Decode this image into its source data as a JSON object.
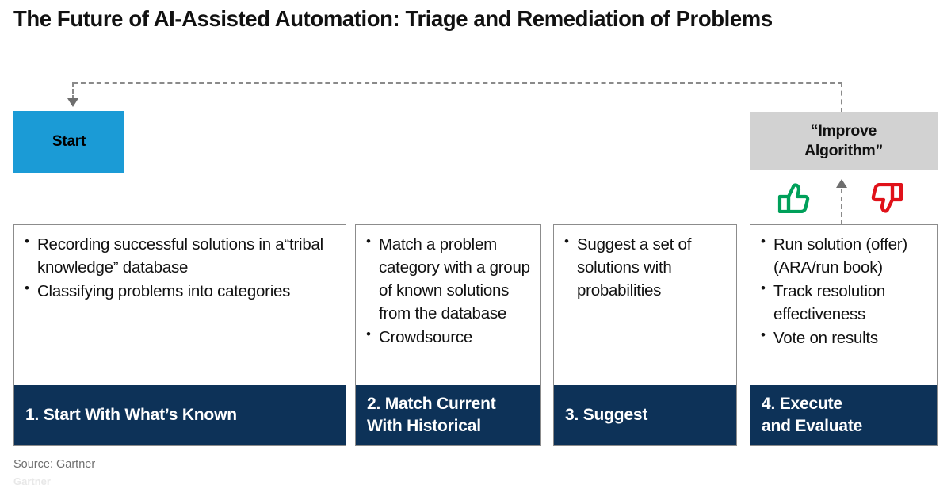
{
  "title": "The Future of AI-Assisted Automation: Triage and Remediation of Problems",
  "flow": {
    "start_label": "Start",
    "improve_label": "“Improve\nAlgorithm”",
    "feedback_arrow_down": "dashed-arrow-down",
    "feedback_arrow_up": "dashed-arrow-up",
    "thumbs_up": "thumbs-up",
    "thumbs_down": "thumbs-down"
  },
  "colors": {
    "start_box": "#1B9BD6",
    "improve_box": "#D2D2D2",
    "card_footer": "#0D3258",
    "card_border": "#8C8C8C",
    "dashed_line": "#8A8A8A",
    "thumbs_up": "#00A05A",
    "thumbs_down": "#E0121A",
    "source_text": "#6E6E6E"
  },
  "cards": [
    {
      "id": 1,
      "footer": "1.  Start With What’s Known",
      "bullets": [
        "Recording successful solutions in a“tribal knowledge” database",
        "Classifying problems into categories"
      ]
    },
    {
      "id": 2,
      "footer": "2.  Match Current\n      With Historical",
      "bullets": [
        "Match a problem category with a group of known solutions from the database",
        "Crowdsource"
      ]
    },
    {
      "id": 3,
      "footer": "3.  Suggest",
      "bullets": [
        "Suggest a set of solutions with probabilities"
      ]
    },
    {
      "id": 4,
      "footer": "4.  Execute\n      and Evaluate",
      "bullets": [
        "Run solution (offer) (ARA/run book)",
        "Track resolution effectiveness",
        "Vote on results"
      ]
    }
  ],
  "source": "Source: Gartner",
  "cutoff_footer": "Gartner"
}
